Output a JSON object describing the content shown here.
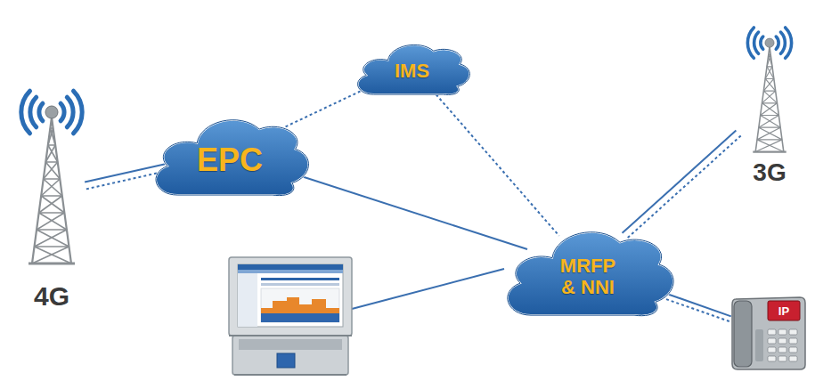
{
  "diagram": {
    "nodes": [
      {
        "text": [
          "IMS"
        ]
      },
      {
        "text": [
          "3G"
        ]
      },
      {
        "text": [
          "EPC"
        ]
      },
      {
        "text": [
          "4G"
        ]
      },
      {
        "text": [
          "MRFP & NNI"
        ]
      },
      {
        "text": [
          "IP"
        ]
      }
    ],
    "edges": [
      {
        "from": 2,
        "to": 0,
        "arrow": "none"
      },
      {
        "from": 0,
        "to": 4,
        "arrow": "none"
      },
      {
        "from": 3,
        "to": 2,
        "arrow": "none"
      },
      {
        "from": 3,
        "to": 2,
        "arrow": "none"
      },
      {
        "from": 2,
        "to": 4,
        "arrow": "none"
      },
      {
        "from": 1,
        "to": 4,
        "arrow": "none"
      },
      {
        "from": 1,
        "to": 4,
        "arrow": "none"
      },
      {
        "from": 5,
        "to": 4,
        "arrow": "none"
      },
      {
        "from": 5,
        "to": 4,
        "arrow": "none"
      }
    ]
  }
}
